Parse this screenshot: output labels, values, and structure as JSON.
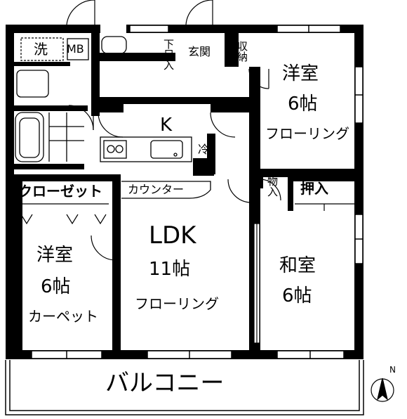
{
  "rooms": {
    "western_room_ne": {
      "name": "洋室",
      "size": "6帖",
      "floor": "フローリング"
    },
    "kitchen": {
      "name": "K",
      "fridge": "冷",
      "counter": "カウンター"
    },
    "ldk": {
      "name": "LDK",
      "size": "11帖",
      "floor": "フローリング"
    },
    "western_room_sw": {
      "name": "洋室",
      "size": "6帖",
      "floor": "カーペット"
    },
    "japanese_room": {
      "name": "和室",
      "size": "6帖"
    },
    "balcony": {
      "name": "バルコニー"
    }
  },
  "storage": {
    "closet": "クローゼット",
    "oshiire": "押入",
    "monoire": "物入",
    "shuno": "収納",
    "shoe_box": "下足入"
  },
  "utility": {
    "washer": "洗",
    "meter_box": "MB",
    "entrance": "玄関"
  },
  "compass": {
    "north": "N"
  }
}
